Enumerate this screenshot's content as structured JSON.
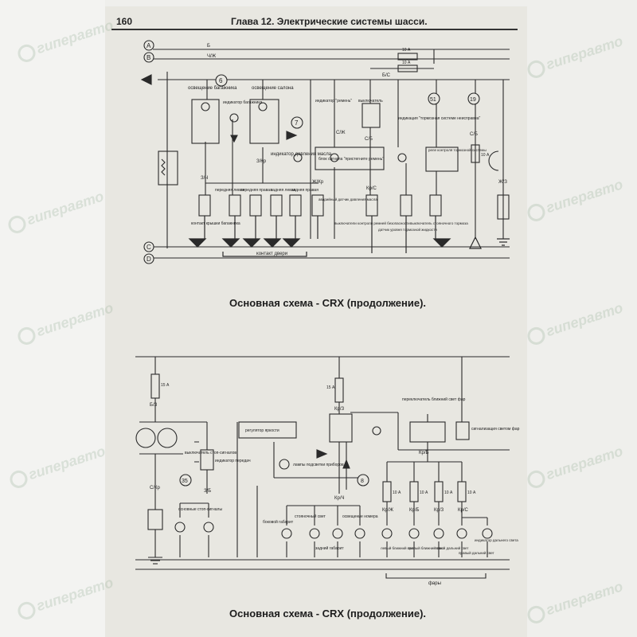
{
  "header": {
    "page_number": "160",
    "chapter_title": "Глава 12. Электрические системы шасси."
  },
  "captions": {
    "top": "Основная схема - CRX (продолжение).",
    "bottom": "Основная схема - CRX (продолжение)."
  },
  "watermark": {
    "text": "гиперавто"
  },
  "top_diagram": {
    "buses": [
      "A",
      "B",
      "C",
      "D"
    ],
    "nodes": [
      "6",
      "7",
      "51",
      "19"
    ],
    "wire_codes": [
      "Б",
      "Ч/Ж",
      "Б/С",
      "З/Ч",
      "З/Кр",
      "Ж/Кр",
      "С/Ж",
      "С/Б",
      "Кр/С",
      "Ж/З"
    ],
    "fuses": [
      "10 А",
      "10 А",
      "10 А"
    ],
    "labels": {
      "trunk_light": "освещение багажника",
      "cabin_light": "освещение салона",
      "trunk_indicator": "индикатор багажника",
      "oil_pressure_indicator": "индикатор давления масла",
      "belt_indicator": "индикатор \"ремень\"",
      "switch": "выключатель",
      "brake_indicator": "индикация \"тормозная системе неисправна\"",
      "belt_signal_block": "блок сигнала \"пристегните ремень\"",
      "brake_relay": "реле контроля тормозной системы",
      "trunk_lid_contact": "контакт крышки багажника",
      "front_left": "передняя левая",
      "front_right": "передняя правая",
      "rear_left": "задняя левая",
      "rear_right": "задняя правая",
      "oil_pressure_sensor": "аварийный датчик давления масла",
      "belt_switch": "выключатели контроля ремней безопасности",
      "brake_fluid_sensor": "датчик уровня тормозной жидкости",
      "parking_brake_switch": "выключатель стояночного тормоза",
      "door_contact": "контакт двери"
    }
  },
  "bottom_diagram": {
    "nodes": [
      "35",
      "8"
    ],
    "wire_codes": [
      "Б/З",
      "С/Кр",
      "З/Б",
      "Кр/З",
      "Кр/Ч",
      "Кр/Б",
      "Кр/Ж",
      "Кр/С"
    ],
    "fuses": [
      "15 А",
      "15 А",
      "10 А",
      "10 А",
      "10 А",
      "10 А"
    ],
    "labels": {
      "brake_switch": "выключатель стоп-сигналов",
      "gear_indicator": "индикатор передач",
      "brightness_regulator": "регулятор яркости",
      "dash_lamps": "лампы подсветки приборов",
      "dimmer_switch": "переключатель ближний свет фар",
      "highbeam_signal": "сигнализация светом фар",
      "main_stoplights": "основные стоп-сигналы",
      "side_marker": "боковой габарит",
      "parking_light": "стояночный свет",
      "rear_marker": "задний габарит",
      "plate_light": "освещение номера",
      "left_low": "левый ближний свет",
      "right_low": "правый ближний свет",
      "left_high": "левый дальний свет",
      "right_high": "правый дальний свет",
      "highbeam_indicator": "индикатор дальнего света",
      "headlights": "фары"
    }
  }
}
